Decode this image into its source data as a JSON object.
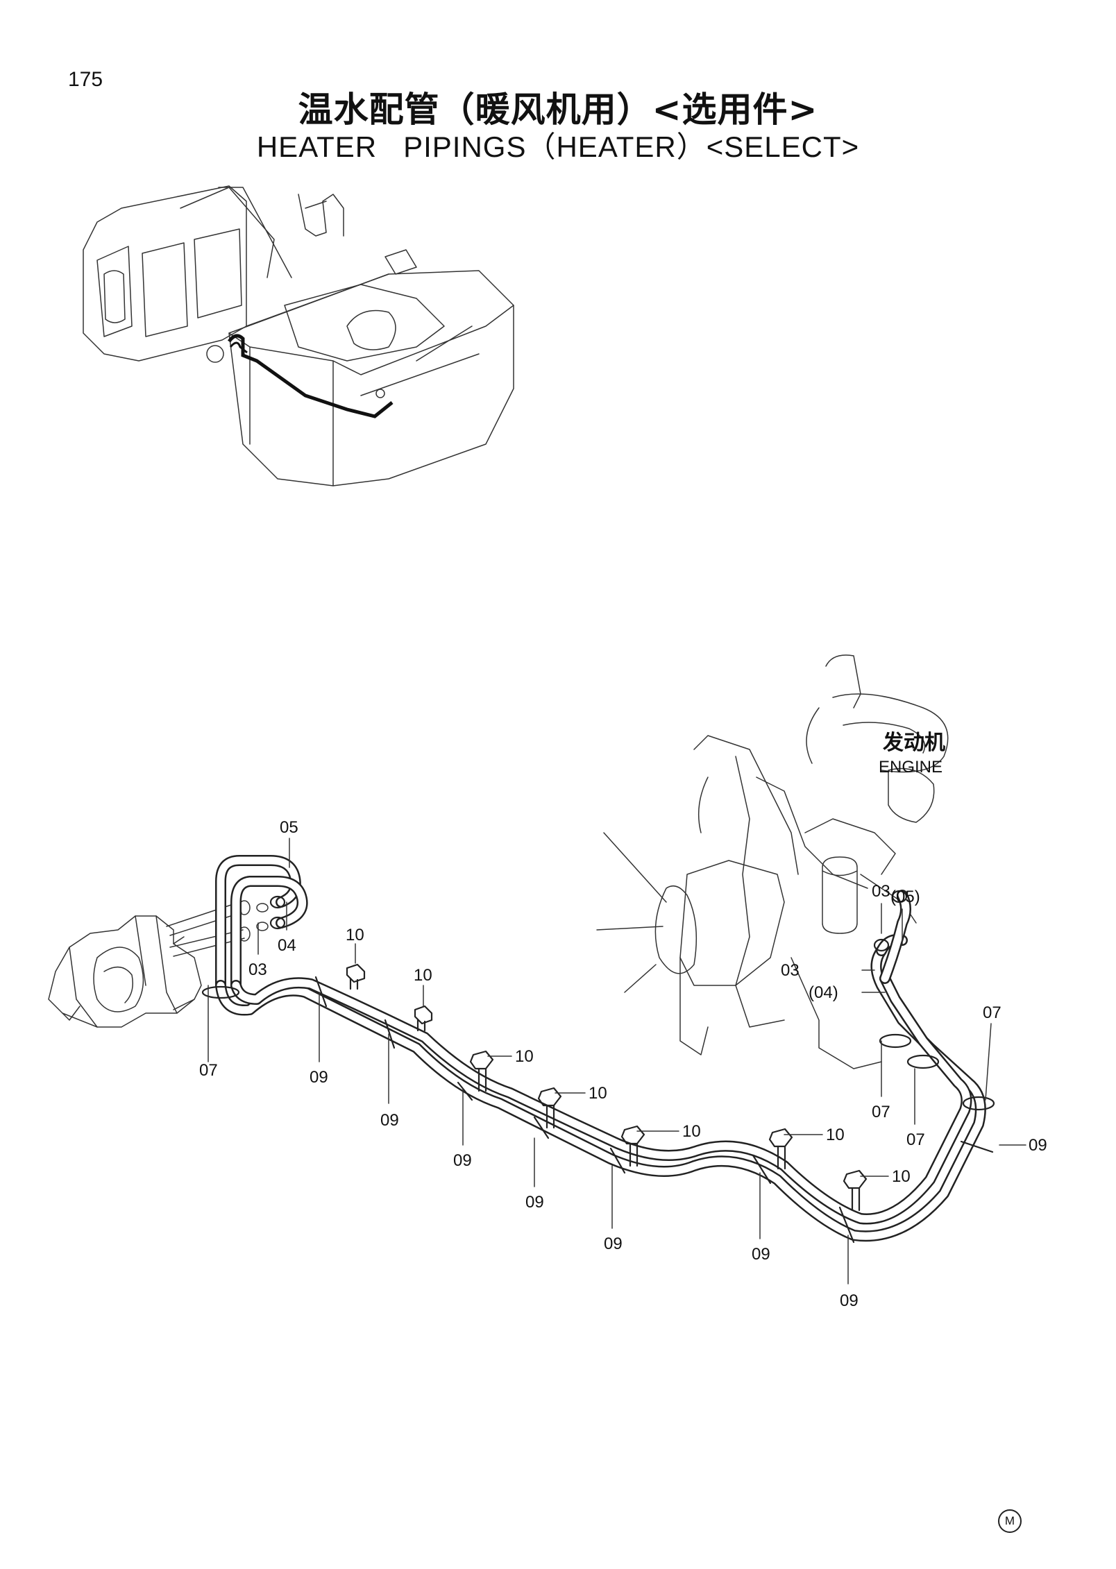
{
  "page_number": "175",
  "title_cn": "温水配管（暖风机用）<选用件>",
  "title_en": "HEATER   PIPINGS（HEATER）<SELECT>",
  "engine_label_cn": "发动机",
  "engine_label_en": "ENGINE",
  "callouts": {
    "c05_top": "05",
    "c04_left": "04",
    "c03_left": "03",
    "c07_left": "07",
    "c10_a": "10",
    "c10_b": "10",
    "c09_a": "09",
    "c09_b": "09",
    "c10_c": "10",
    "c10_d": "10",
    "c09_c": "09",
    "c09_d": "09",
    "c10_e": "10",
    "c09_e": "09",
    "c10_f": "10",
    "c09_f": "09",
    "c10_g": "10",
    "c09_g": "09",
    "c03_r1": "03",
    "c05_r": "(05)",
    "c03_r2": "03",
    "c04_r": "(04)",
    "c07_r1": "07",
    "c07_r2": "07",
    "c07_r3": "07",
    "c09_r": "09"
  },
  "corner_mark": "M"
}
